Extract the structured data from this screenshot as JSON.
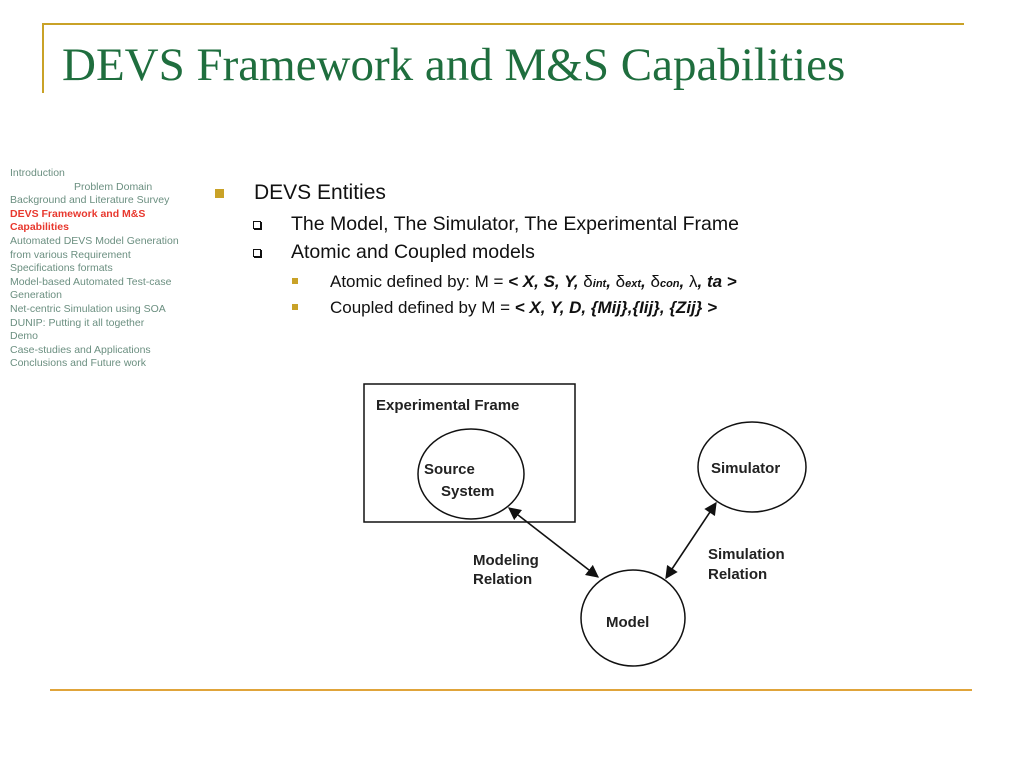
{
  "title": "DEVS Framework and M&S Capabilities",
  "sidebar": {
    "items": [
      "Introduction",
      "Problem Domain",
      "Background and Literature Survey",
      "DEVS Framework and M&S",
      "Capabilities",
      "Automated DEVS Model Generation",
      "from various Requirement",
      "Specifications formats",
      "Model-based Automated Test-case",
      "Generation",
      "Net-centric Simulation using SOA",
      "DUNIP: Putting it all together",
      "Demo",
      "Case-studies and Applications",
      "Conclusions and Future work"
    ]
  },
  "bullets": {
    "level1": "DEVS Entities",
    "level2": [
      "The Model, The Simulator, The Experimental Frame",
      "Atomic and Coupled models"
    ],
    "atomic": {
      "prefix": "Atomic defined by: M = ",
      "open": "< ",
      "x": "X",
      "s": "S",
      "y": "Y",
      "delta": "δ",
      "int": "int",
      "ext": "ext",
      "con": "con",
      "lambda": "λ",
      "ta": "ta",
      "close": " >",
      "comma": ", "
    },
    "coupled": {
      "prefix": "Coupled defined by M = ",
      "open": "< ",
      "x": "X",
      "y": "Y",
      "d": "D",
      "mij": "{Mij}",
      "iij": "{Iij}",
      "zij": "{Zij}",
      "close": " >"
    }
  },
  "diagram": {
    "experimental_frame": "Experimental Frame",
    "source_line1": "Source",
    "source_line2": "System",
    "simulator": "Simulator",
    "model": "Model",
    "modeling_line1": "Modeling",
    "modeling_line2": "Relation",
    "simulation_line1": "Simulation",
    "simulation_line2": "Relation"
  }
}
